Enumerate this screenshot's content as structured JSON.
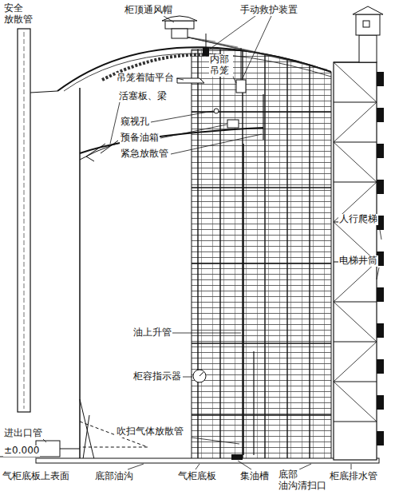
{
  "diagram": {
    "labels": [
      "安全 放散管",
      "柜顶通风帽",
      "手动救护装置",
      "内部 吊笼",
      "吊笼着陆平台",
      "活塞板、梁",
      "窥视孔",
      "预备油箱",
      "紧急放散管",
      "人行爬梯",
      "电梯井筒",
      "油上升管",
      "柜容指示器",
      "进出口管",
      "±0.000",
      "吹扫气体放散管",
      "气柜底板上表面",
      "底部油沟",
      "气柜底板",
      "集油槽",
      "底部 油沟清扫口",
      "柜底排水管"
    ]
  }
}
